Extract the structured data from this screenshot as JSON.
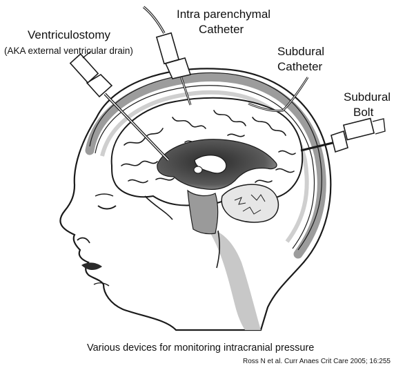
{
  "labels": {
    "ventriculostomy": "Ventriculostomy",
    "ventriculostomy_aka": "(AKA external ventricular drain)",
    "intra_line1": "Intra parenchymal",
    "intra_line2": "Catheter",
    "subdural_catheter_line1": "Subdural",
    "subdural_catheter_line2": "Catheter",
    "subdural_bolt_line1": "Subdural",
    "subdural_bolt_line2": "Bolt"
  },
  "caption": "Various devices for monitoring intracranial pressure",
  "citation": "Ross N et al.  Curr Anaes Crit Care 2005; 16:255",
  "colors": {
    "outline": "#1a1a1a",
    "brain_fill": "#ffffff",
    "skull_band": "#9c9c9c",
    "dura_band": "#cfcfcf",
    "ventricle_dark": "#3c3c3c",
    "ventricle_mid": "#8c8c8c",
    "cerebellum": "#e6e6e6"
  }
}
